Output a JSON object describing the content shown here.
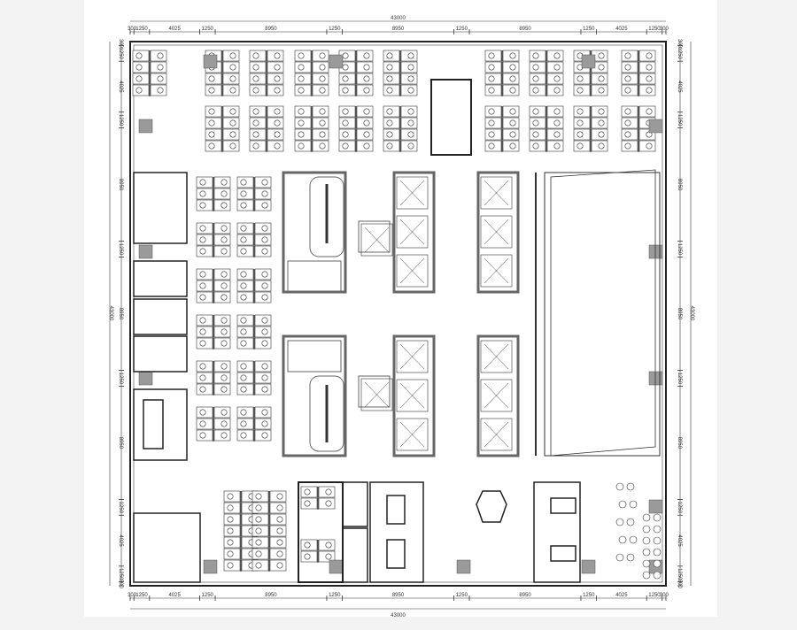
{
  "drawing": {
    "overall_width": "43000",
    "overall_height": "43000",
    "horizontal_dimensions": [
      "300",
      "1250",
      "4025",
      "1250",
      "8950",
      "1250",
      "8950",
      "1250",
      "8950",
      "1250",
      "4025",
      "1250",
      "300"
    ],
    "vertical_dimensions": [
      "300",
      "1250",
      "4025",
      "1250",
      "8950",
      "1250",
      "8950",
      "1250",
      "8950",
      "1250",
      "4025",
      "1250",
      "300"
    ],
    "dimension_values_mm": [
      300,
      1250,
      4025,
      1250,
      8950,
      1250,
      8950,
      1250,
      8950,
      1250,
      4025,
      1250,
      300
    ],
    "colors": {
      "wall": "#888888",
      "column": "#9a9a9a",
      "line": "#222222",
      "background": "#f3f3f3"
    }
  }
}
